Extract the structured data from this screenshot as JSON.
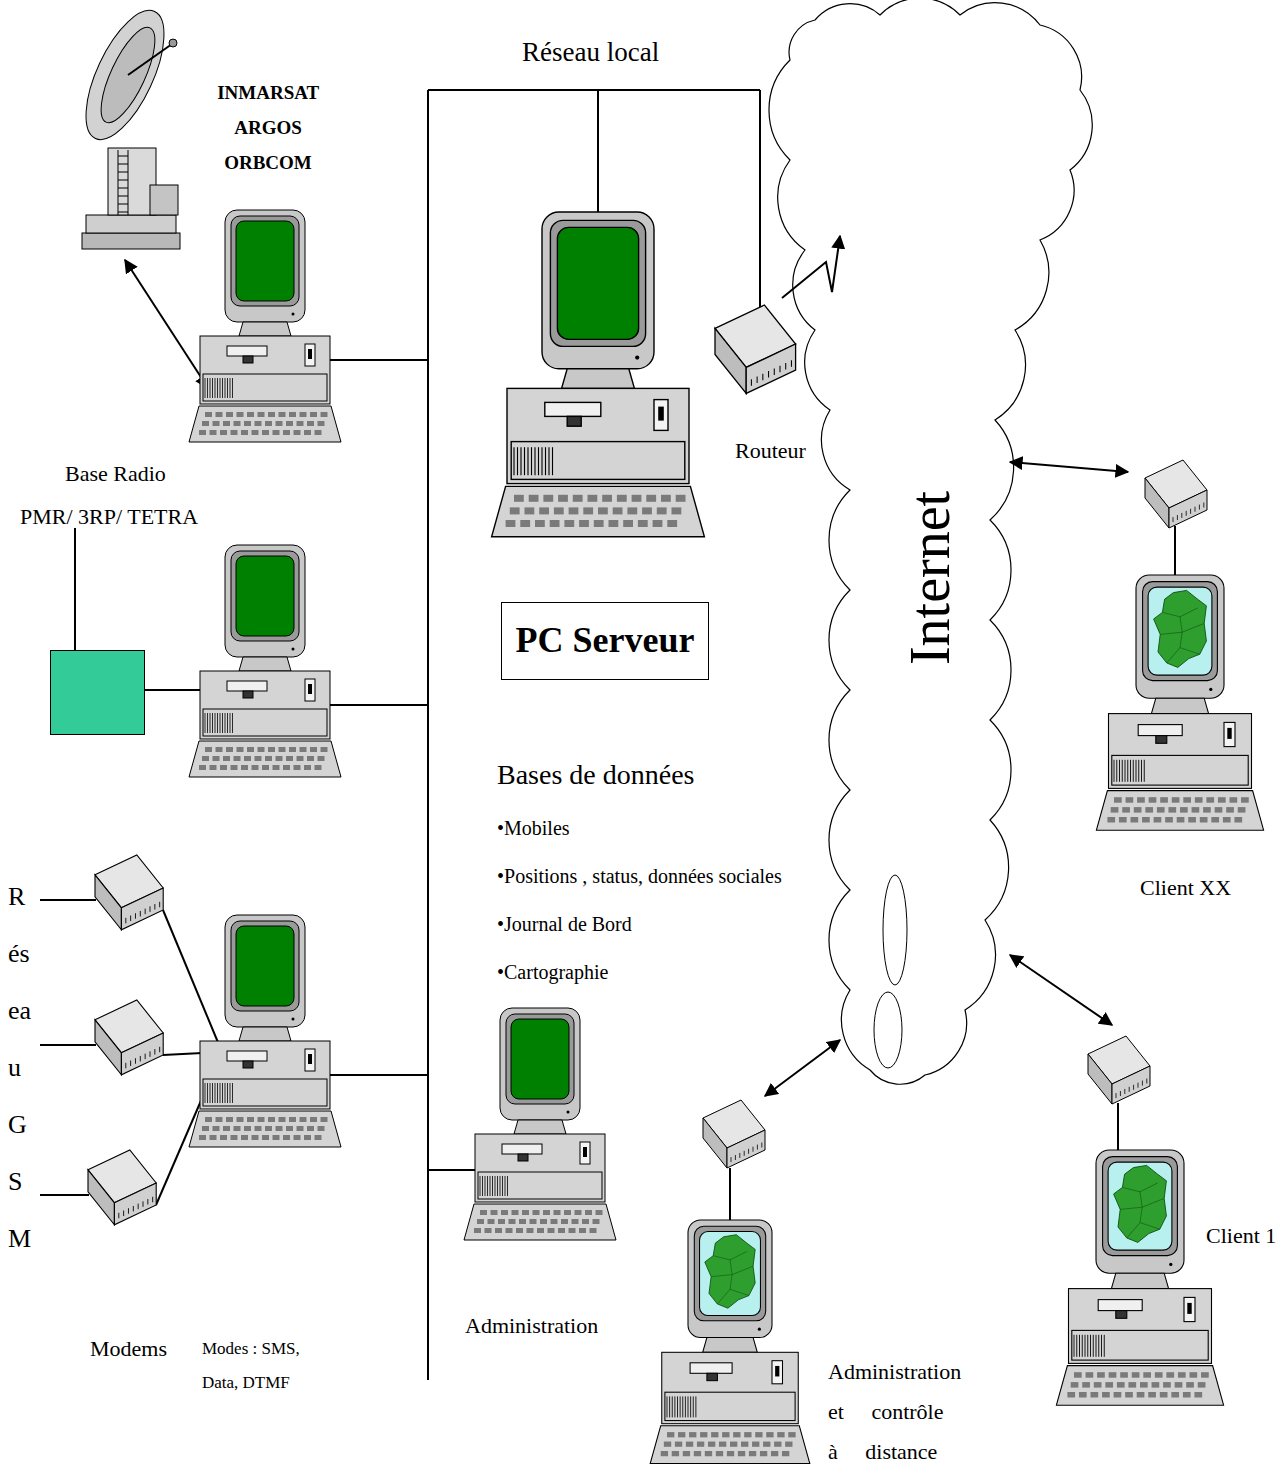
{
  "diagram": {
    "nodes": [
      {
        "text": [
          "INMARSAT ARGOS ORBCOM"
        ]
      },
      {
        "text": [
          "Base Radio PMR/ 3RP/ TETRA"
        ]
      },
      {
        "text": [
          "PC Serveur"
        ]
      },
      {
        "text": [
          "Routeur"
        ]
      },
      {
        "text": [
          "Internet"
        ]
      },
      {
        "text": [
          "Administration"
        ]
      },
      {
        "text": [
          "Administration et contrôle à distance"
        ]
      },
      {
        "text": [
          "Client XX"
        ]
      },
      {
        "text": [
          "Client 1"
        ]
      }
    ],
    "edges": [
      {
        "from": 3,
        "to": 4,
        "arrow": "to"
      },
      {
        "from": 4,
        "to": 7,
        "arrow": "both"
      },
      {
        "from": 4,
        "to": 6,
        "arrow": "both"
      },
      {
        "from": 4,
        "to": 8,
        "arrow": "both"
      }
    ],
    "labels": [
      "Réseau local",
      "Bases de données",
      "•Mobiles",
      "•Positions , status, données sociales",
      "•Journal de Bord",
      "•Cartographie",
      "Réseau GSM",
      "Modems",
      "Modes : SMS, Data, DTMF"
    ]
  }
}
